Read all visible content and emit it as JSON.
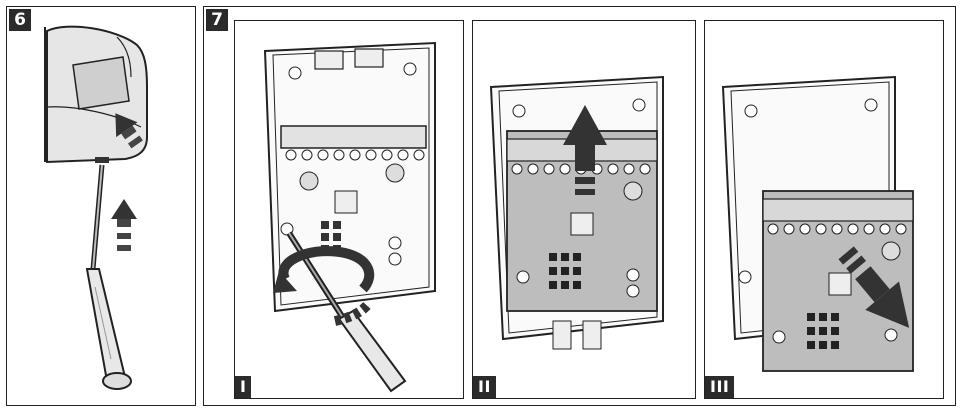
{
  "figures": [
    {
      "number": "6",
      "description_hidden": ""
    },
    {
      "number": "7"
    }
  ],
  "steps": [
    "I",
    "II",
    "III"
  ]
}
